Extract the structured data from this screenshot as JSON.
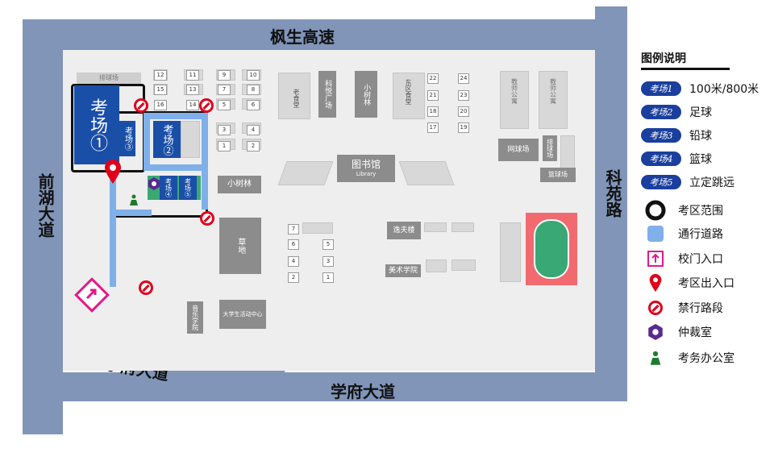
{
  "roads": {
    "top": "枫生高速",
    "left": "前湖大道",
    "right": "科苑路",
    "bottom": "学府大道",
    "bottom_left": "学府大道"
  },
  "buildings": {
    "library": "图书馆",
    "library_en": "Library",
    "grass": "草地",
    "small_forest_1": "小树林",
    "small_forest_2": "小树林",
    "science_square": "科悦广场",
    "old_canteen": "老食堂",
    "east_canteen": "东区食堂",
    "teaching_office_1": "教师公寓",
    "teaching_office_2": "教师公寓",
    "tennis": "网球场",
    "tennis2": "排球场",
    "basketball": "篮球场",
    "yifu": "逸夫楼",
    "art": "美术学院",
    "music": "音乐学院",
    "student_center": "大学生活动中心",
    "sports_field": "排球场"
  },
  "numbered": [
    "12",
    "11",
    "9",
    "10",
    "15",
    "13",
    "7",
    "8",
    "16",
    "14",
    "5",
    "6",
    "3",
    "4",
    "1",
    "2",
    "22",
    "24",
    "21",
    "23",
    "18",
    "20",
    "17",
    "19",
    "7",
    "6",
    "5",
    "4",
    "3",
    "2",
    "1"
  ],
  "exam_areas": {
    "a1": "考场①",
    "a2": "考场②",
    "a3": "考场③",
    "a4": "考场④",
    "a5": "考场⑤"
  },
  "legend": {
    "title": "图例说明",
    "items": [
      {
        "pill": "考场1",
        "text": "100米/800米"
      },
      {
        "pill": "考场2",
        "text": "足球"
      },
      {
        "pill": "考场3",
        "text": "铅球"
      },
      {
        "pill": "考场4",
        "text": "篮球"
      },
      {
        "pill": "考场5",
        "text": "立定跳远"
      }
    ],
    "icons": [
      {
        "icon": "exam-zone-ring-icon",
        "text": "考区范围"
      },
      {
        "icon": "passage-road-icon",
        "text": "通行道路"
      },
      {
        "icon": "campus-gate-icon",
        "text": "校门入口"
      },
      {
        "icon": "exam-entrance-pin-icon",
        "text": "考区出入口"
      },
      {
        "icon": "no-entry-icon",
        "text": "禁行路段"
      },
      {
        "icon": "referee-room-icon",
        "text": "仲裁室"
      },
      {
        "icon": "exam-office-icon",
        "text": "考务办公室"
      }
    ]
  },
  "colors": {
    "road": "#8095b8",
    "exam_blue": "#1a4fa8",
    "passage": "#7fb0ea",
    "no_entry": "#e0001b",
    "gate": "#e2198a",
    "referee": "#5b2a8e",
    "office": "#1f7a2e",
    "track": "#f06a70",
    "field": "#3aa874"
  }
}
